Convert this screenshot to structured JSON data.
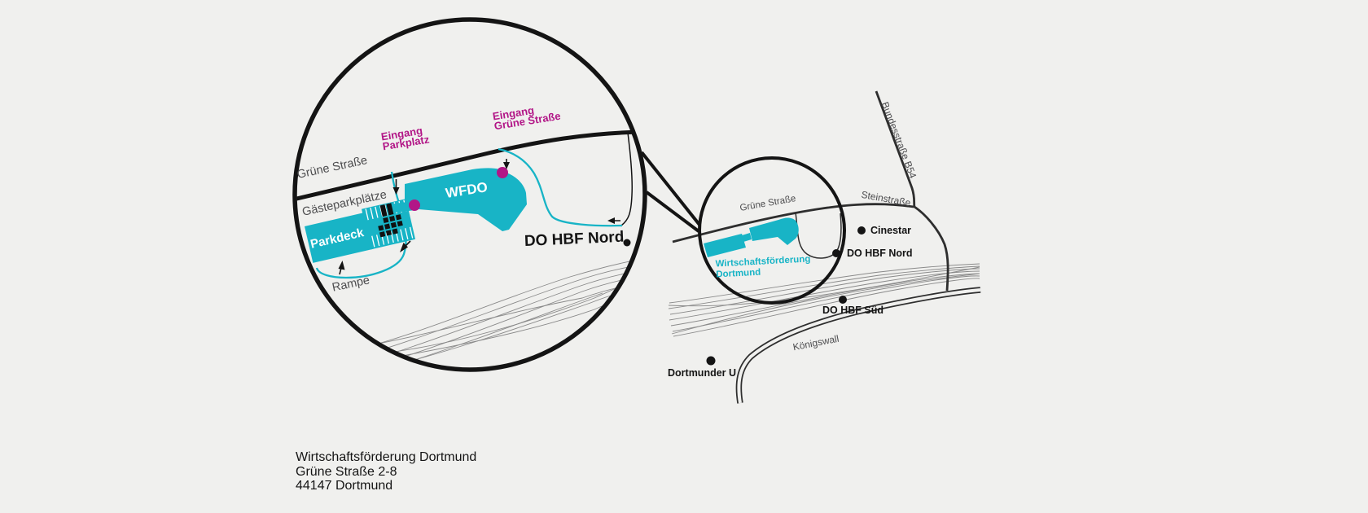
{
  "colors": {
    "teal": "#18b4c6",
    "magenta": "#b21687",
    "road_black": "#141414",
    "label_gray": "#4d4d4f",
    "rail_gray": "#8a8a8a",
    "background": "#f0f0ee"
  },
  "detail_map": {
    "street": "Grüne Straße",
    "guest_parking": "Gästeparkplätze",
    "entrance_parking": {
      "line1": "Eingang",
      "line2": "Parkplatz"
    },
    "entrance_street": {
      "line1": "Eingang",
      "line2": "Grüne Straße"
    },
    "building_main": "WFDO",
    "building_parking": "Parkdeck",
    "ramp": "Rampe",
    "station_north": "DO HBF Nord"
  },
  "overview_map": {
    "street": "Grüne Straße",
    "company": {
      "line1": "Wirtschaftsförderung",
      "line2": "Dortmund"
    },
    "stein_street": "Steinstraße",
    "federal_road": "Bundesstraße B54",
    "cinema": "Cinestar",
    "station_north": "DO HBF Nord",
    "station_south": "DO HBF Süd",
    "kings_wall": "Königswall",
    "dortmunder_u": "Dortmunder U"
  },
  "address": {
    "name": "Wirtschaftsförderung Dortmund",
    "street": "Grüne Straße 2-8",
    "city": "44147 Dortmund"
  }
}
